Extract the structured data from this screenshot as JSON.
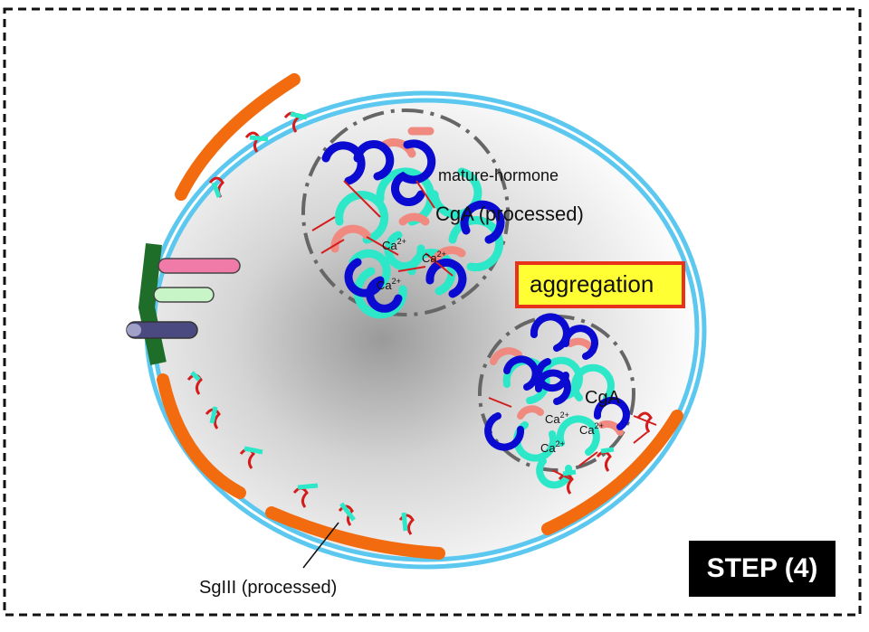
{
  "labels": {
    "mature_hormone": "mature-hormone",
    "cga_processed": "CgA (processed)",
    "aggregation": "aggregation",
    "cga": "CgA",
    "sgiii_processed": "SgIII (processed)",
    "step": "STEP (4)",
    "ca": "Ca",
    "ca_charge": "2+"
  },
  "colors": {
    "membrane": "#5cc8f0",
    "orange_patch": "#f26b0f",
    "dark_green": "#1e6e2a",
    "blue_coil": "#0a0ad0",
    "teal_coil": "#2ce8c8",
    "salmon_coil": "#f08a80",
    "red_line": "#d41c1c",
    "aggregation_fill": "#ffff33",
    "aggregation_border": "#e8331c",
    "pink_bar": "#f07aa8",
    "lightgreen_bar": "#c8f5c8",
    "slate_bar": "#4a4a80"
  }
}
